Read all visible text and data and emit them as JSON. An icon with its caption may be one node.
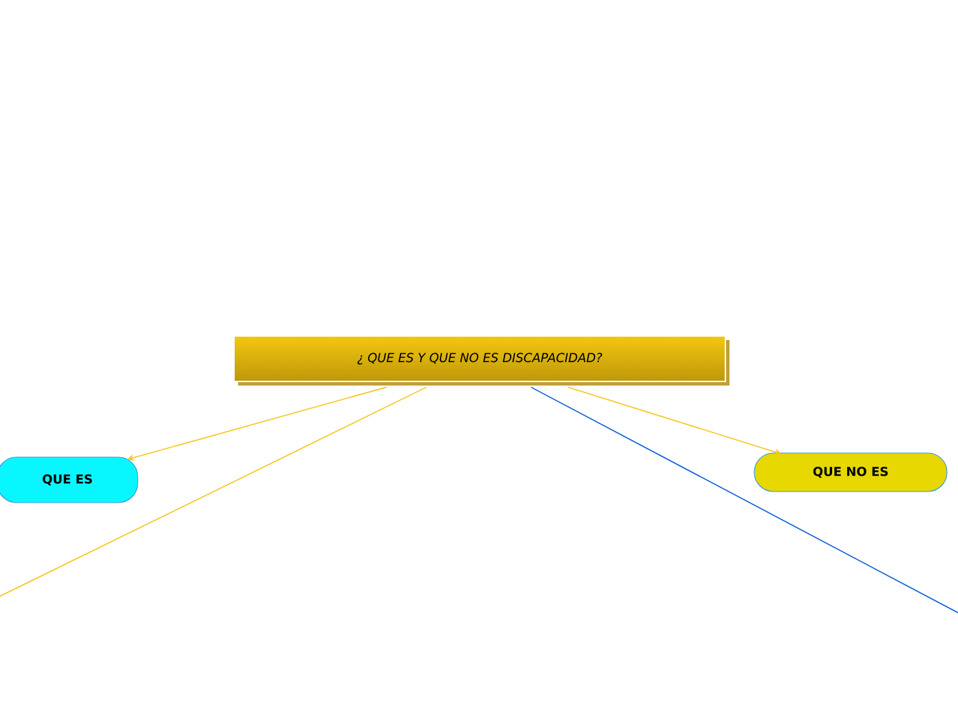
{
  "diagram": {
    "nodes": [
      {
        "text": [
          "¿ QUE ES Y QUE NO ES DISCAPACIDAD?"
        ]
      },
      {
        "text": [
          "QUE ES"
        ]
      },
      {
        "text": [
          "QUE NO ES"
        ]
      }
    ],
    "edges": [
      {
        "from": 0,
        "to": 1,
        "arrow": "to"
      },
      {
        "from": 0,
        "to": 2,
        "arrow": "to"
      },
      {
        "from": 0,
        "to": null,
        "arrow": "none"
      },
      {
        "from": 0,
        "to": null,
        "arrow": "none",
        "color": "#0a5ed8"
      }
    ]
  }
}
